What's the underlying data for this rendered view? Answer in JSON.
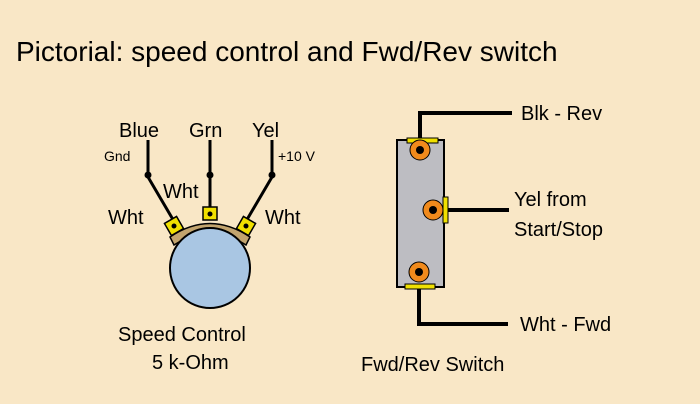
{
  "title": "Pictorial: speed control and Fwd/Rev switch",
  "speed_control": {
    "wire_labels": {
      "left": "Blue",
      "center": "Grn",
      "right": "Yel"
    },
    "left_note": "Gnd",
    "right_note": "+10 V",
    "tab_labels": {
      "left": "Wht",
      "center": "Wht",
      "right": "Wht"
    },
    "caption_line1": "Speed Control",
    "caption_line2": "5 k-Ohm"
  },
  "switch": {
    "top_label": "Blk - Rev",
    "middle_label_line1": "Yel from",
    "middle_label_line2": "Start/Stop",
    "bottom_label": "Wht - Fwd",
    "caption": "Fwd/Rev Switch"
  },
  "colors": {
    "background": "#f9e7c6",
    "pot_knob": "#a9c6e3",
    "pot_rim": "#c2a46e",
    "lug": "#f0e000",
    "switch_body": "#bdbdc2",
    "terminal": "#f08a1c"
  }
}
